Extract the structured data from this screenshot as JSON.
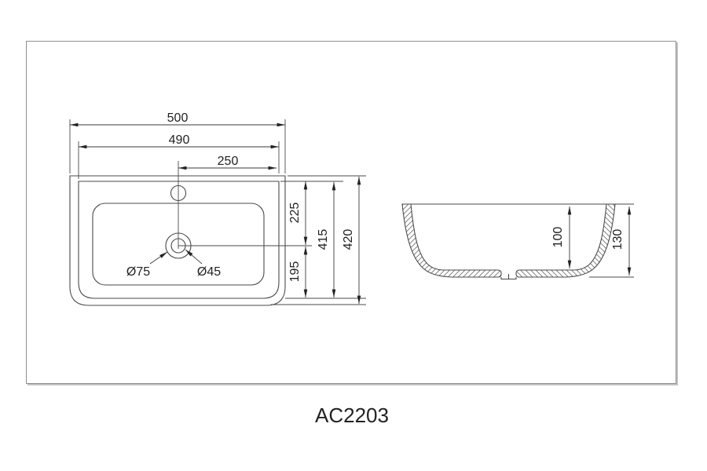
{
  "drawing": {
    "model_label": "AC2203",
    "colors": {
      "line": "#4a4a4a",
      "text": "#222222",
      "frame_border": "#8f8f8f"
    },
    "views": {
      "top_view": {
        "title": "basin-top-view",
        "dimensions": {
          "overall_width": "500",
          "rim_width": "490",
          "center_to_right_edge": "250",
          "rim_top_to_drain_center": "225",
          "drain_center_to_rim_bottom": "195",
          "rim_depth": "415",
          "overall_depth": "420",
          "drain_outer_diameter": "Ø75",
          "drain_hole_diameter": "Ø45"
        }
      },
      "side_view": {
        "title": "basin-section-view",
        "dimensions": {
          "inner_depth": "100",
          "overall_height": "130"
        }
      }
    }
  }
}
